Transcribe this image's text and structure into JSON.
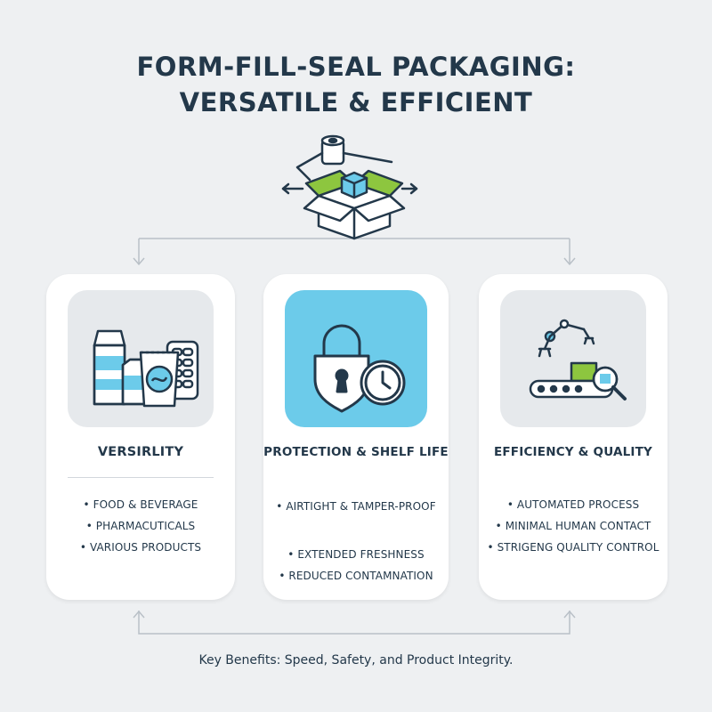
{
  "title": {
    "line1": "FORM-FILL-SEAL PACKAGING:",
    "line2": "VERSATILE & EFFICIENT"
  },
  "icons": {
    "hero": "film-roll-and-box-icon",
    "card1": "food-pharma-products-icon",
    "card2": "padlock-shield-clock-icon",
    "card3": "robot-arm-conveyor-magnifier-icon"
  },
  "colors": {
    "accent_green": "#8dc63f",
    "accent_blue": "#6ccbea",
    "dark_navy": "#23384a",
    "background": "#eef0f2"
  },
  "cards": [
    {
      "title": "VERSIRLITY",
      "bullets": [
        "FOOD & BEVERAGE",
        "PHARMACUTICALS",
        "VARIOUS PRODUCTS"
      ]
    },
    {
      "title": "PROTECTION & SHELF LIFE",
      "bullets": [
        "AIRTIGHT & TAMPER-PROOF",
        "EXTENDED FRESHNESS",
        "REDUCED CONTAMNATION"
      ]
    },
    {
      "title": "EFFICIENCY & QUALITY",
      "bullets": [
        "AUTOMATED PROCESS",
        "MINIMAL HUMAN CONTACT",
        "STRIGENG QUALITY CONTROL"
      ]
    }
  ],
  "footer": "Key Benefits: Speed, Safety, and Product Integrity."
}
